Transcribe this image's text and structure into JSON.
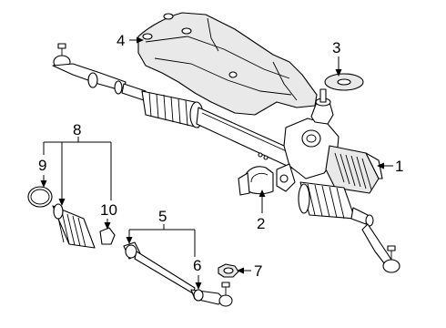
{
  "callouts": {
    "c1": "1",
    "c2": "2",
    "c3": "3",
    "c4": "4",
    "c5": "5",
    "c6": "6",
    "c7": "7",
    "c8": "8",
    "c9": "9",
    "c10": "10"
  },
  "colors": {
    "line": "#000000",
    "background": "#ffffff",
    "shade": "#e9e9e9"
  }
}
